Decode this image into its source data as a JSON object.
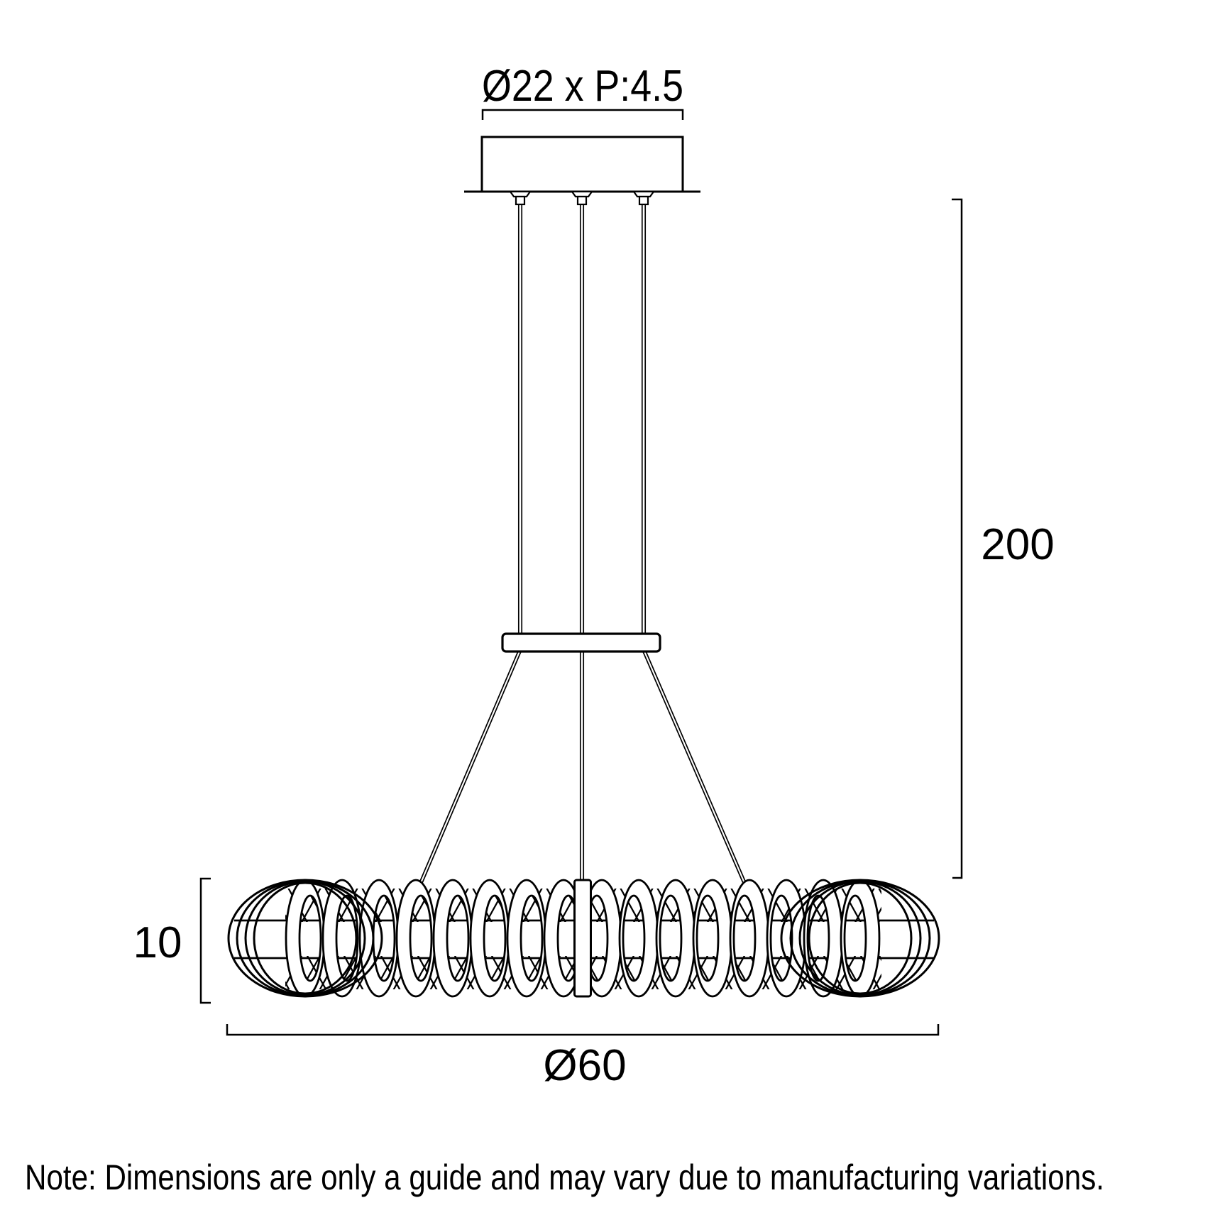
{
  "diagram_type": "pendant-light-dimension-drawing",
  "colors": {
    "line": "#000000",
    "background": "#ffffff"
  },
  "labels": {
    "canopy_dimension": "Ø22 x P:4.5",
    "drop_height": "200",
    "ring_height": "10",
    "ring_diameter": "Ø60"
  },
  "note": "Note: Dimensions are only a guide and may vary due to manufacturing variations."
}
